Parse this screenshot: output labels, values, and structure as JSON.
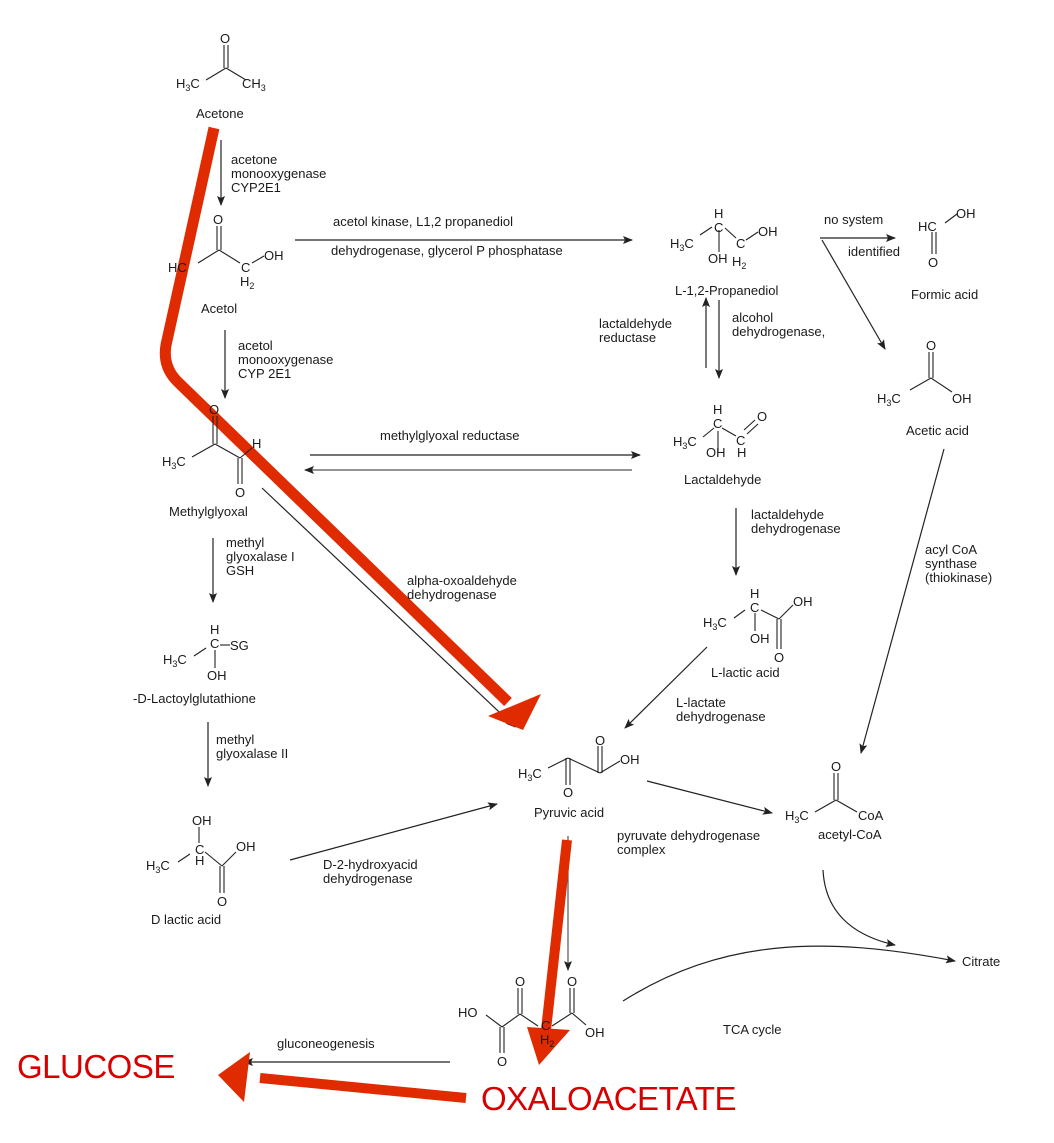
{
  "colors": {
    "highlight_path": "#e02a00",
    "highlight_text": "#d60000",
    "line": "#222222"
  },
  "compounds": {
    "acetone": "Acetone",
    "acetol": "Acetol",
    "methylglyoxal": "Methylglyoxal",
    "lactoylglutathione": "-D-Lactoylglutathione",
    "d_lactic_acid": "D lactic acid",
    "propanediol": "L-1,2-Propanediol",
    "formic_acid": "Formic acid",
    "acetic_acid": "Acetic acid",
    "lactaldehyde": "Lactaldehyde",
    "l_lactic_acid": "L-lactic acid",
    "pyruvic_acid": "Pyruvic acid",
    "acetyl_coa": "acetyl-CoA",
    "citrate": "Citrate",
    "tca_cycle": "TCA cycle"
  },
  "enzymes": {
    "acetone_monooxygenase": "acetone\nmonooxygenase\nCYP2E1",
    "acetol_kinase_top": "acetol kinase, L1,2 propanediol",
    "acetol_kinase_bottom": "dehydrogenase, glycerol P phosphatase",
    "acetol_monooxygenase": "acetol\nmonooxygenase\nCYP 2E1",
    "no_system_top": "no system",
    "no_system_bottom": "identified",
    "lactaldehyde_reductase": "lactaldehyde\nreductase",
    "alcohol_dehydrogenase": "alcohol\ndehydrogenase,",
    "methylglyoxal_reductase": "methylglyoxal reductase",
    "lactaldehyde_dehydrogenase": "lactaldehyde\ndehydrogenase",
    "acyl_coa_synthase": "acyl CoA\nsynthase\n(thiokinase)",
    "glyoxalase_1": "methyl\nglyoxalase I\nGSH",
    "alpha_oxoaldehyde": "alpha-oxoaldehyde\ndehydrogenase",
    "l_lactate_dh": "L-lactate\ndehydrogenase",
    "glyoxalase_2": "methyl\nglyoxalase II",
    "pyruvate_dh": "pyruvate dehydrogenase\ncomplex",
    "d2_hydroxyacid": "D-2-hydroxyacid\ndehydrogenase",
    "gluconeogenesis": "gluconeogenesis"
  },
  "highlights": {
    "oxaloacetate": "OXALOACETATE",
    "glucose": "GLUCOSE"
  },
  "atoms": {
    "O": "O",
    "OH": "OH",
    "HO": "HO",
    "H": "H",
    "C": "C",
    "HC": "HC",
    "H3C_main": "H",
    "H3C_sub": "3",
    "H3C_c": "C",
    "CH3_main": "CH",
    "CH3_sub": "3",
    "H2_main": "H",
    "H2_sub": "2",
    "SG": "SG",
    "CoA": "CoA"
  }
}
